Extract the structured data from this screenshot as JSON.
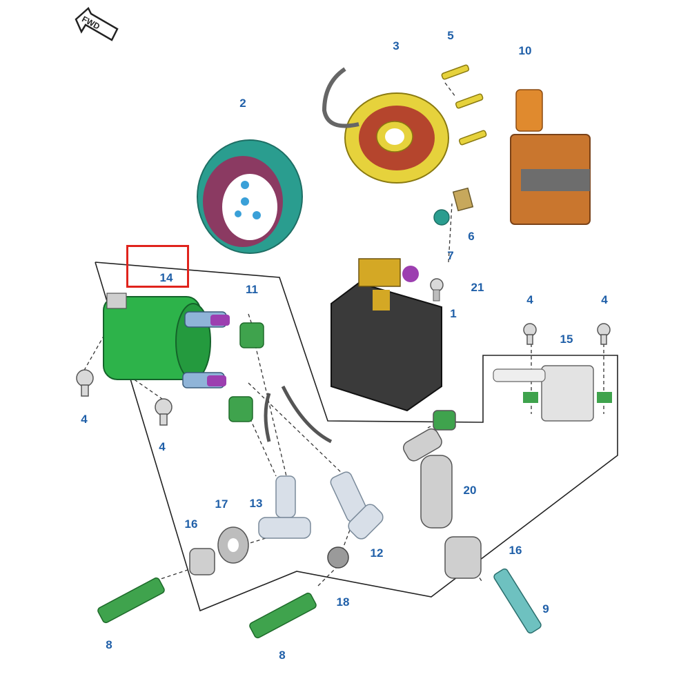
{
  "fwd_label": "FWD",
  "highlighted_part": "14",
  "callouts": [
    {
      "id": "c1",
      "text": "1"
    },
    {
      "id": "c2",
      "text": "2"
    },
    {
      "id": "c3",
      "text": "3"
    },
    {
      "id": "c4a",
      "text": "4"
    },
    {
      "id": "c4b",
      "text": "4"
    },
    {
      "id": "c4c",
      "text": "4"
    },
    {
      "id": "c4d",
      "text": "4"
    },
    {
      "id": "c5",
      "text": "5"
    },
    {
      "id": "c6",
      "text": "6"
    },
    {
      "id": "c7",
      "text": "7"
    },
    {
      "id": "c8a",
      "text": "8"
    },
    {
      "id": "c8b",
      "text": "8"
    },
    {
      "id": "c9",
      "text": "9"
    },
    {
      "id": "c10",
      "text": "10"
    },
    {
      "id": "c11",
      "text": "11"
    },
    {
      "id": "c12",
      "text": "12"
    },
    {
      "id": "c13",
      "text": "13"
    },
    {
      "id": "c14",
      "text": "14"
    },
    {
      "id": "c15",
      "text": "15"
    },
    {
      "id": "c16a",
      "text": "16"
    },
    {
      "id": "c16b",
      "text": "16"
    },
    {
      "id": "c17",
      "text": "17"
    },
    {
      "id": "c18",
      "text": "18"
    },
    {
      "id": "c20",
      "text": "20"
    },
    {
      "id": "c21",
      "text": "21"
    }
  ],
  "colors": {
    "callout_text": "#1f5fa8",
    "highlight_box": "#e0231c",
    "coil_green": "#2db34a",
    "flywheel_teal": "#2a9d8f",
    "flywheel_inner": "#8b3a62",
    "stator_yellow": "#e6d23c",
    "stator_red": "#b5452d",
    "regulator_dark": "#3a3a3a",
    "relay_orange": "#c9762e",
    "plug_green": "#3fa34d",
    "cap_clear": "#d8dfe8",
    "gray_part": "#bdbdbd"
  }
}
